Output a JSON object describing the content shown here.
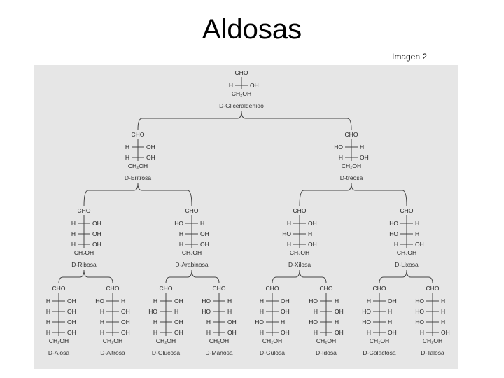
{
  "page": {
    "title": "Aldosas",
    "caption": "Imagen 2"
  },
  "diagram": {
    "background": "#e6e6e6",
    "stroke": "#444444",
    "levels": [
      [
        {
          "name": "D-Gliceraldehído",
          "top": "CHO",
          "rows": [
            [
              "H",
              "OH"
            ]
          ],
          "bottom": "CH₂OH"
        }
      ],
      [
        {
          "name": "D-Eritrosa",
          "top": "CHO",
          "rows": [
            [
              "H",
              "OH"
            ],
            [
              "H",
              "OH"
            ]
          ],
          "bottom": "CH₂OH"
        },
        {
          "name": "D-treosa",
          "top": "CHO",
          "rows": [
            [
              "HO",
              "H"
            ],
            [
              "H",
              "OH"
            ]
          ],
          "bottom": "CH₂OH"
        }
      ],
      [
        {
          "name": "D-Ribosa",
          "top": "CHO",
          "rows": [
            [
              "H",
              "OH"
            ],
            [
              "H",
              "OH"
            ],
            [
              "H",
              "OH"
            ]
          ],
          "bottom": "CH₂OH"
        },
        {
          "name": "D-Arabinosa",
          "top": "CHO",
          "rows": [
            [
              "HO",
              "H"
            ],
            [
              "H",
              "OH"
            ],
            [
              "H",
              "OH"
            ]
          ],
          "bottom": "CH₂OH"
        },
        {
          "name": "D-Xilosa",
          "top": "CHO",
          "rows": [
            [
              "H",
              "OH"
            ],
            [
              "HO",
              "H"
            ],
            [
              "H",
              "OH"
            ]
          ],
          "bottom": "CH₂OH"
        },
        {
          "name": "D-Lixosa",
          "top": "CHO",
          "rows": [
            [
              "HO",
              "H"
            ],
            [
              "HO",
              "H"
            ],
            [
              "H",
              "OH"
            ]
          ],
          "bottom": "CH₂OH"
        }
      ],
      [
        {
          "name": "D-Alosa",
          "top": "CHO",
          "rows": [
            [
              "H",
              "OH"
            ],
            [
              "H",
              "OH"
            ],
            [
              "H",
              "OH"
            ],
            [
              "H",
              "OH"
            ]
          ],
          "bottom": "CH₂OH"
        },
        {
          "name": "D-Altrosa",
          "top": "CHO",
          "rows": [
            [
              "HO",
              "H"
            ],
            [
              "H",
              "OH"
            ],
            [
              "H",
              "OH"
            ],
            [
              "H",
              "OH"
            ]
          ],
          "bottom": "CH₂OH"
        },
        {
          "name": "D-Glucosa",
          "top": "CHO",
          "rows": [
            [
              "H",
              "OH"
            ],
            [
              "HO",
              "H"
            ],
            [
              "H",
              "OH"
            ],
            [
              "H",
              "OH"
            ]
          ],
          "bottom": "CH₂OH"
        },
        {
          "name": "D-Manosa",
          "top": "CHO",
          "rows": [
            [
              "HO",
              "H"
            ],
            [
              "HO",
              "H"
            ],
            [
              "H",
              "OH"
            ],
            [
              "H",
              "OH"
            ]
          ],
          "bottom": "CH₂OH"
        },
        {
          "name": "D-Gulosa",
          "top": "CHO",
          "rows": [
            [
              "H",
              "OH"
            ],
            [
              "H",
              "OH"
            ],
            [
              "HO",
              "H"
            ],
            [
              "H",
              "OH"
            ]
          ],
          "bottom": "CH₂OH"
        },
        {
          "name": "D-Idosa",
          "top": "CHO",
          "rows": [
            [
              "HO",
              "H"
            ],
            [
              "H",
              "OH"
            ],
            [
              "HO",
              "H"
            ],
            [
              "H",
              "OH"
            ]
          ],
          "bottom": "CH₂OH"
        },
        {
          "name": "D-Galactosa",
          "top": "CHO",
          "rows": [
            [
              "H",
              "OH"
            ],
            [
              "HO",
              "H"
            ],
            [
              "HO",
              "H"
            ],
            [
              "H",
              "OH"
            ]
          ],
          "bottom": "CH₂OH"
        },
        {
          "name": "D-Talosa",
          "top": "CHO",
          "rows": [
            [
              "HO",
              "H"
            ],
            [
              "HO",
              "H"
            ],
            [
              "HO",
              "H"
            ],
            [
              "H",
              "OH"
            ]
          ],
          "bottom": "CH₂OH"
        }
      ]
    ]
  }
}
